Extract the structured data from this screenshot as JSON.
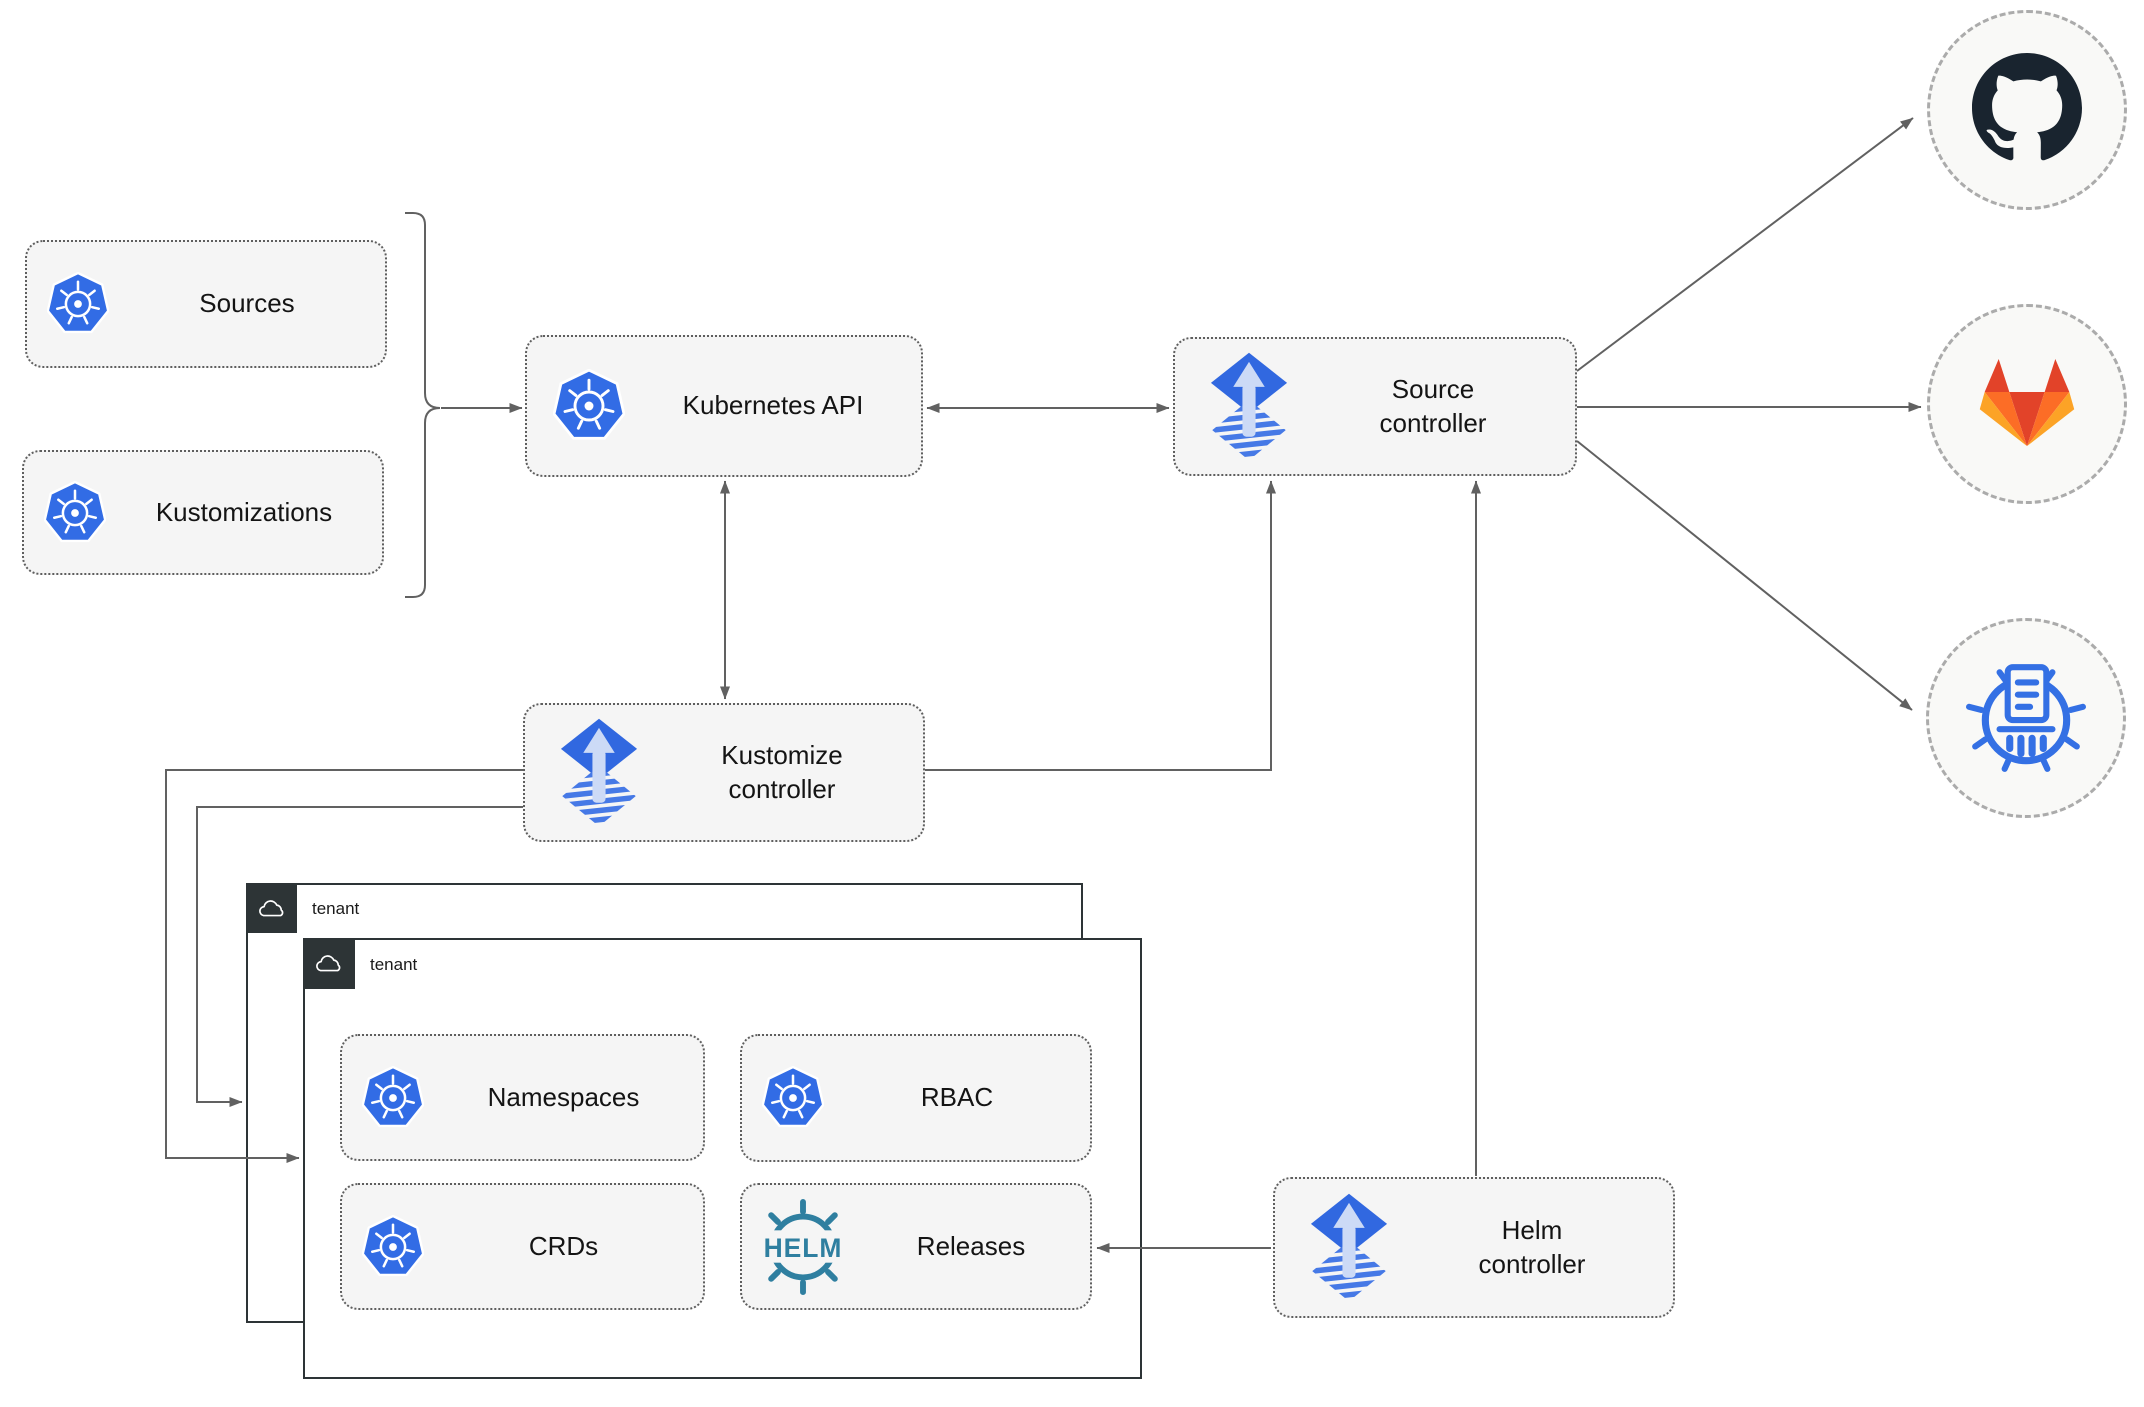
{
  "diagram": {
    "nodes": {
      "sources": {
        "label": "Sources",
        "icon": "kubernetes-icon"
      },
      "kustomizations": {
        "label": "Kustomizations",
        "icon": "kubernetes-icon"
      },
      "kubernetes_api": {
        "label": "Kubernetes API",
        "icon": "kubernetes-icon"
      },
      "source_controller": {
        "label": "Source\ncontroller",
        "icon": "flux-icon"
      },
      "kustomize_controller": {
        "label": "Kustomize\ncontroller",
        "icon": "flux-icon"
      },
      "helm_controller": {
        "label": "Helm\ncontroller",
        "icon": "flux-icon"
      },
      "namespaces": {
        "label": "Namespaces",
        "icon": "kubernetes-icon"
      },
      "rbac": {
        "label": "RBAC",
        "icon": "kubernetes-icon"
      },
      "crds": {
        "label": "CRDs",
        "icon": "kubernetes-icon"
      },
      "releases": {
        "label": "Releases",
        "icon": "helm-icon",
        "icon_text": "HELM"
      }
    },
    "groups": {
      "back_tenant": {
        "label": "tenant",
        "icon": "cloud-icon"
      },
      "front_tenant": {
        "label": "tenant",
        "icon": "cloud-icon"
      }
    },
    "endpoints": {
      "github": {
        "icon": "github-icon"
      },
      "gitlab": {
        "icon": "gitlab-icon"
      },
      "chartmuseum": {
        "icon": "chartmuseum-icon"
      }
    },
    "colors": {
      "k8s_blue": "#326CE5",
      "flux_blue": "#3168E0",
      "flux_stripe": "#4679E6",
      "flux_arrow": "#CCDAF6",
      "helm_teal": "#2F7FA0",
      "chartmuseum_blue": "#3470E4",
      "github_dark": "#19242F",
      "gitlab_red": "#E24329",
      "gitlab_orange": "#FC6D26",
      "gitlab_yellow": "#FCA326",
      "edge_gray": "#616161",
      "box_fill": "#F5F5F5",
      "tenant_dark": "#2D3436"
    }
  }
}
